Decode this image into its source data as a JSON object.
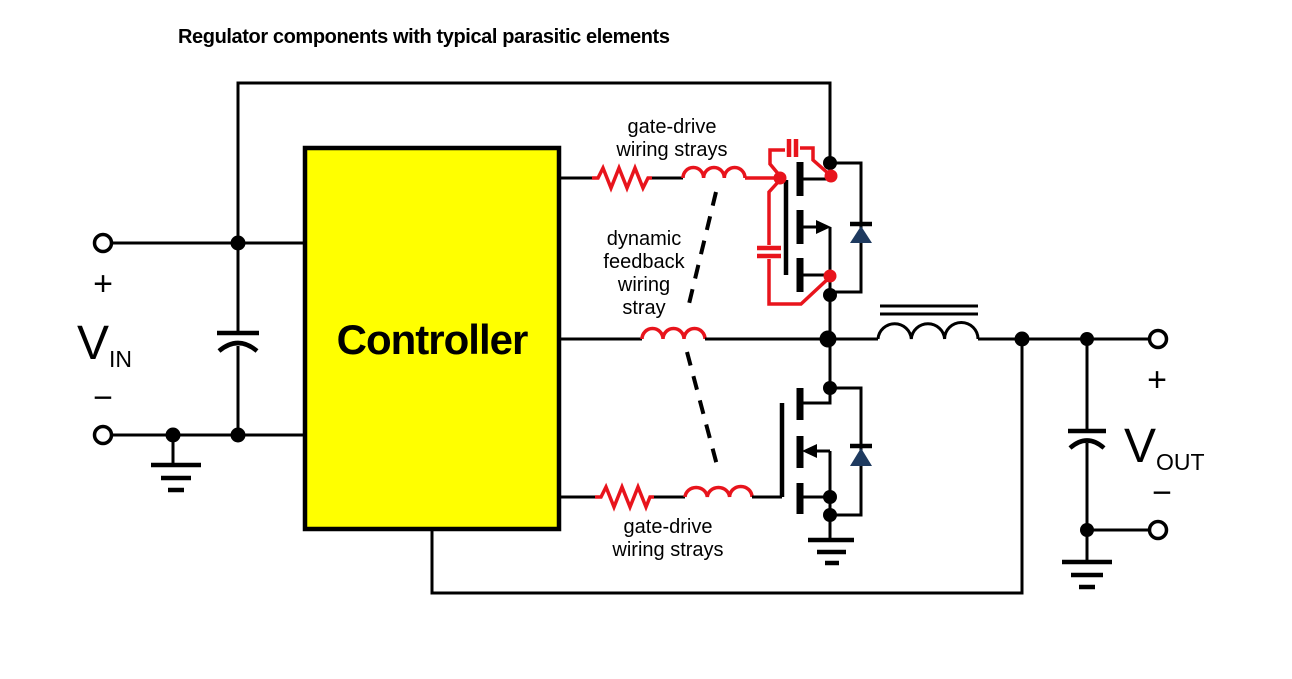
{
  "labels": {
    "title": "Regulator components with typical parasitic elements"
  },
  "controller": {
    "label": "Controller"
  },
  "input": {
    "plus": "+",
    "v": "V",
    "sub": "IN",
    "minus": "−"
  },
  "output": {
    "plus": "+",
    "v": "V",
    "sub": "OUT",
    "minus": "−"
  },
  "parasitics": {
    "gate_drive_top": {
      "lines": [
        "gate-drive",
        "wiring strays"
      ]
    },
    "feedback": {
      "lines": [
        "dynamic",
        "feedback",
        "wiring",
        "stray"
      ]
    },
    "gate_drive_bottom": {
      "lines": [
        "gate-drive",
        "wiring strays"
      ]
    }
  },
  "colors": {
    "parasitic_red": "#e8141c",
    "controller_fill": "#ffff00",
    "wire_black": "#000000",
    "diode_fill": "#1e3a5f",
    "background": "#ffffff"
  }
}
